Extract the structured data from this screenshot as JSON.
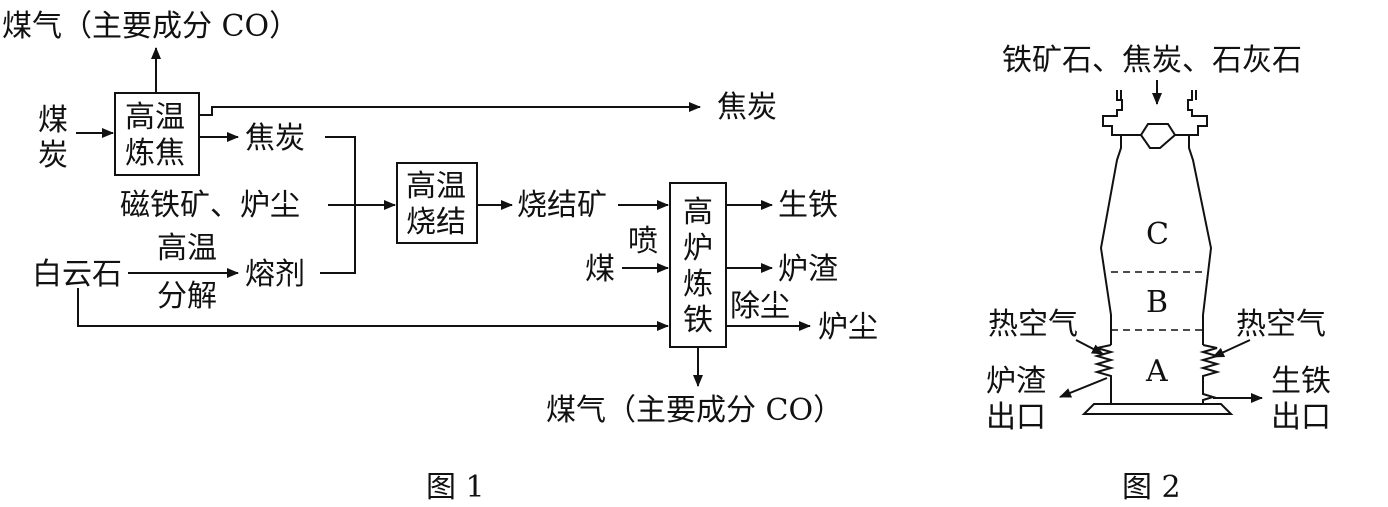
{
  "figure1": {
    "caption": "图 1",
    "coal_gas_top": "煤气（主要成分 CO）",
    "coal_gas_bottom": "煤气（主要成分 CO）",
    "coal_label": [
      "煤",
      "炭"
    ],
    "coking_box": [
      "高温",
      "炼焦"
    ],
    "coke_out_top": "焦炭",
    "coke_mid": "焦炭",
    "magnetite_dust": "磁铁矿、炉尘",
    "dolomite": "白云石",
    "decomp_top": "高温",
    "decomp_bottom": "分解",
    "flux": "熔剂",
    "sinter_box": [
      "高温",
      "烧结"
    ],
    "sinter_ore": "烧结矿",
    "coal_injection": "煤",
    "injection_verb": "喷",
    "furnace_box": [
      "高",
      "炉",
      "炼",
      "铁"
    ],
    "pig_iron": "生铁",
    "slag": "炉渣",
    "dedust": "除尘",
    "furnace_dust": "炉尘"
  },
  "figure2": {
    "caption": "图 2",
    "feed": "铁矿石、焦炭、石灰石",
    "zone_c": "C",
    "zone_b": "B",
    "zone_a": "A",
    "hot_air_left": "热空气",
    "hot_air_right": "热空气",
    "slag_outlet": [
      "炉渣",
      "出口"
    ],
    "iron_outlet": [
      "生铁",
      "出口"
    ]
  }
}
